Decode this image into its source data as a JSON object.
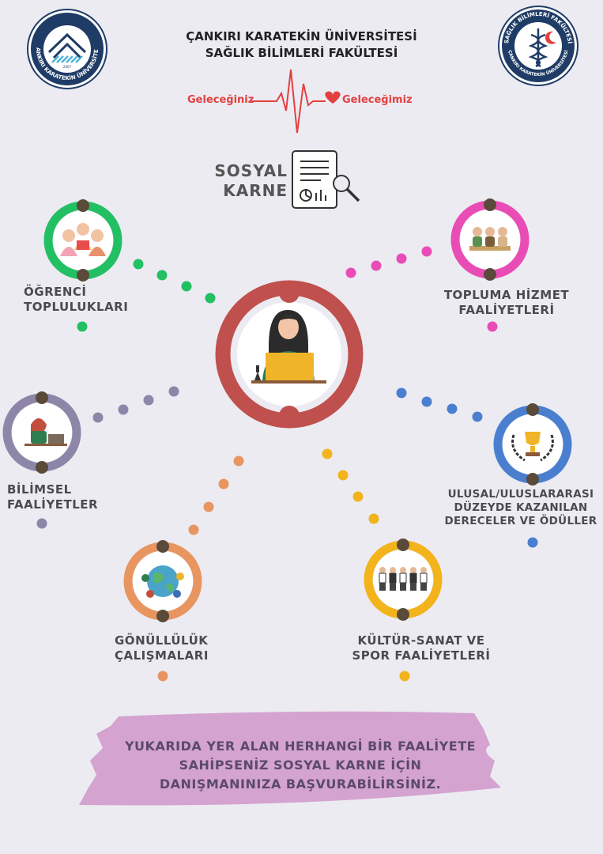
{
  "header": {
    "title_line1": "ÇANKIRI KARATEKİN ÜNİVERSİTESİ",
    "title_line2": "SAĞLIK BİLİMLERİ FAKÜLTESİ",
    "tagline_left": "Geleceğiniz",
    "tagline_right": "Geleceğimiz"
  },
  "logos": {
    "left": {
      "text": "ÇANKIRI KARATEKİN ÜNİVERSİTESİ",
      "year": "2007"
    },
    "right": {
      "text_top": "SAĞLIK BİLİMLERİ FAKÜLTESİ",
      "text_bottom": "ÇANKIRI KARATEKİN ÜNİVERSİTESİ"
    }
  },
  "center_title": {
    "line1": "SOSYAL",
    "line2": "KARNE"
  },
  "categories": [
    {
      "id": "ogrenci",
      "lines": [
        "ÖĞRENCİ",
        "TOPLULUKLARI"
      ],
      "color": "#22c063",
      "icon": "students-icon"
    },
    {
      "id": "topluma",
      "lines": [
        "TOPLUMA HİZMET",
        "FAALİYETLERİ"
      ],
      "color": "#e94cb5",
      "icon": "community-service-icon"
    },
    {
      "id": "bilimsel",
      "lines": [
        "BİLİMSEL",
        "FAALİYETLER"
      ],
      "color": "#8d86a8",
      "icon": "researcher-icon"
    },
    {
      "id": "ulusal",
      "lines": [
        "ULUSAL/ULUSLARARASI",
        "DÜZEYDE KAZANILAN",
        "DERECELER VE ÖDÜLLER"
      ],
      "color": "#4a7fd0",
      "icon": "trophy-icon"
    },
    {
      "id": "gonullu",
      "lines": [
        "GÖNÜLLÜLÜK",
        "ÇALIŞMALARI"
      ],
      "color": "#e89560",
      "icon": "volunteers-icon"
    },
    {
      "id": "kultur",
      "lines": [
        "KÜLTÜR-SANAT VE",
        "SPOR FAALİYETLERİ"
      ],
      "color": "#f3b31a",
      "icon": "team-icon"
    }
  ],
  "hub": {
    "color": "#c0504d",
    "icon": "student-laptop-icon"
  },
  "footer": {
    "lines": [
      "YUKARIDA YER ALAN HERHANGİ BİR FAALİYETE",
      "SAHİPSENİZ SOSYAL KARNE İÇİN",
      "DANIŞMANINIZA BAŞVURABİLİRSİNİZ."
    ],
    "banner_color": "#d4a3d0"
  }
}
